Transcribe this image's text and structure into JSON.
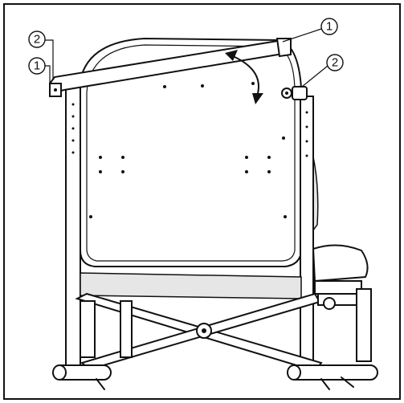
{
  "figure": {
    "callouts": [
      {
        "id": "c2-left",
        "label": "2"
      },
      {
        "id": "c1-left",
        "label": "1"
      },
      {
        "id": "c1-right",
        "label": "1"
      },
      {
        "id": "c2-right",
        "label": "2"
      }
    ]
  }
}
